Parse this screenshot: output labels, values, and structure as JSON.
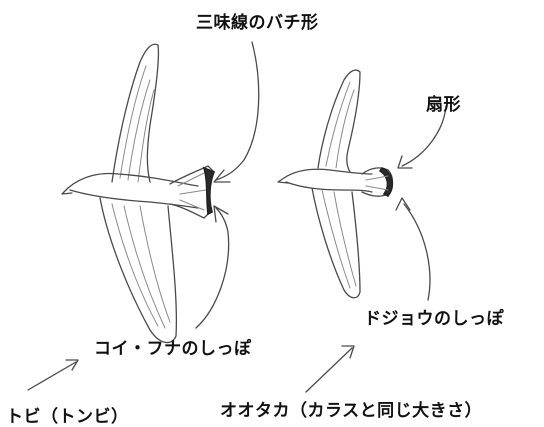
{
  "labels": {
    "shamisen_bachi_shape": "三味線のバチ形",
    "fan_shape": "扇形",
    "loach_tail": "ドジョウのしっぽ",
    "carp_crucian_tail": "コイ・フナのしっぽ",
    "black_kite": "トビ（トンビ）",
    "goshawk": "オオタカ（カラスと同じ大きさ）"
  }
}
